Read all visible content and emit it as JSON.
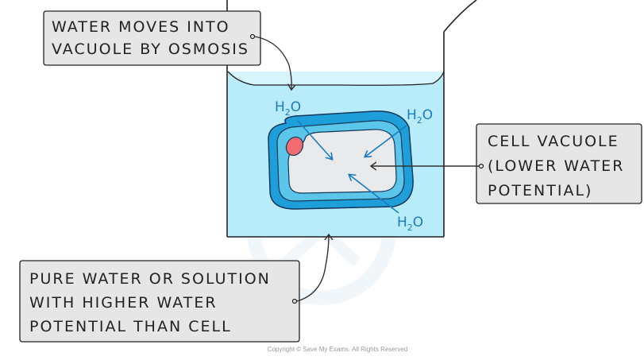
{
  "labels": {
    "osmosis": {
      "line1": "WATER MOVES INTO",
      "line2": "VACUOLE BY OSMOSIS"
    },
    "vacuole": {
      "line1": "CELL VACUOLE",
      "line2": "(LOWER WATER",
      "line3": "POTENTIAL)"
    },
    "solution": {
      "line1": "PURE WATER OR SOLUTION",
      "line2": "WITH HIGHER WATER",
      "line3": "POTENTIAL THAN CELL"
    }
  },
  "water_molecule": {
    "symbol_h": "H",
    "subscript": "2",
    "symbol_o": "O"
  },
  "copyright": "Copyright © Save My Exams. All Rights Reserved",
  "colors": {
    "water_fill": "#b9ecfa",
    "cell_wall": "#1f9fd9",
    "cytoplasm_ring": "#5cc6ea",
    "vacuole": "#e8eaec",
    "nucleus": "#f26a72",
    "arrow": "#1a7bc4",
    "label_box": "#e6e6e6"
  }
}
